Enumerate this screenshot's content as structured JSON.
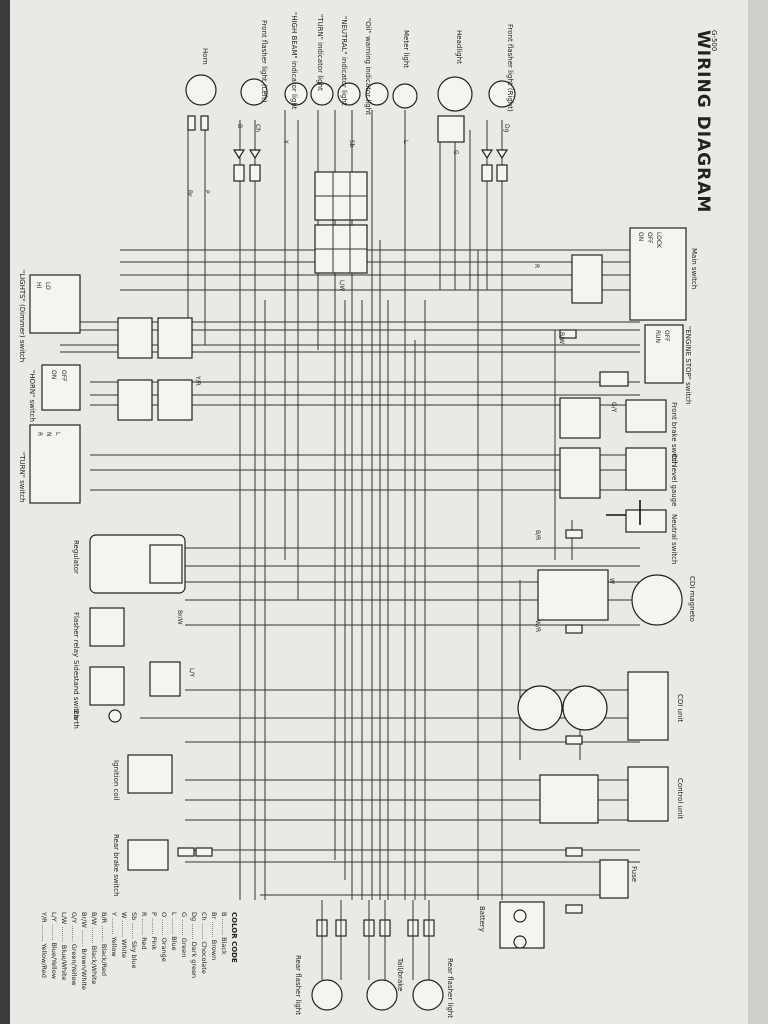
{
  "page_code": "G-500",
  "title": "WIRING DIAGRAM",
  "components": {
    "front_flasher_right": "Front flasher light (Right)",
    "headlight": "Headlight",
    "meter_light": "Meter light",
    "oil_warning": "\"Oil\" warning indicator light",
    "neutral_indicator": "\"NEUTRAL\" indicator light",
    "turn_indicator": "\"TURN\" indicator light",
    "high_beam": "\"HIGH BEAM\" indicator light",
    "front_flasher_left": "Front flasher light (Left)",
    "horn": "Horn",
    "main_switch": "Main switch",
    "engine_stop": "\"ENGINE STOP\" switch",
    "front_brake": "Front brake switch",
    "oil_level": "Oil level gauge",
    "neutral_switch": "Neutral switch",
    "cdi_magneto": "CDI magneto",
    "cdi_unit": "CDI unit",
    "control_unit": "Control unit",
    "fuse": "Fuse",
    "battery": "Battery",
    "lights_switch": "\"LIGHTS\" (Dimmer) switch",
    "horn_switch": "\"HORN\" switch",
    "turn_switch": "\"TURN\" switch",
    "regulator": "Regulator",
    "flasher_relay": "Flasher relay",
    "sidestand_switch": "Sidestand switch",
    "earth": "Earth",
    "ignition_coil": "Ignition coil",
    "rear_brake": "Rear brake switch",
    "rear_flasher_left": "Rear flasher light",
    "tail_brake": "Tail/brake",
    "rear_flasher_right": "Rear flasher light"
  },
  "switch_rows": {
    "main": [
      "ON",
      "OFF",
      "LOCK"
    ],
    "engine_stop": [
      "RUN",
      "OFF"
    ],
    "lights": [
      "HI",
      "LO"
    ],
    "horn": [
      "ON",
      "OFF"
    ],
    "turn": [
      "R",
      "N",
      "L"
    ]
  },
  "wire_labels": [
    "B",
    "Dg",
    "Ch",
    "Y",
    "G",
    "L",
    "Sb",
    "Br",
    "R",
    "W",
    "B/W",
    "Br/W",
    "Y/R",
    "B/R",
    "L/W",
    "L/Y",
    "G/Y",
    "W/R",
    "P"
  ],
  "color_code": {
    "heading": "COLOR CODE",
    "rows": [
      "B ........ Black",
      "Br ........ Brown",
      "Ch ........ Chocolate",
      "Dg ........ Dark green",
      "G ........ Green",
      "L ........ Blue",
      "O ........ Orange",
      "P ........ Pink",
      "R ........ Red",
      "Sb ........ Sky blue",
      "W ........ White",
      "Y ........ Yellow",
      "B/R ........ Black/Red",
      "B/W ........ Black/White",
      "Br/W ........ Brown/White",
      "G/Y ........ Green/Yellow",
      "L/W ........ Blue/White",
      "L/Y ........ Blue/Yellow",
      "Y/R ........ Yellow/Red"
    ]
  }
}
